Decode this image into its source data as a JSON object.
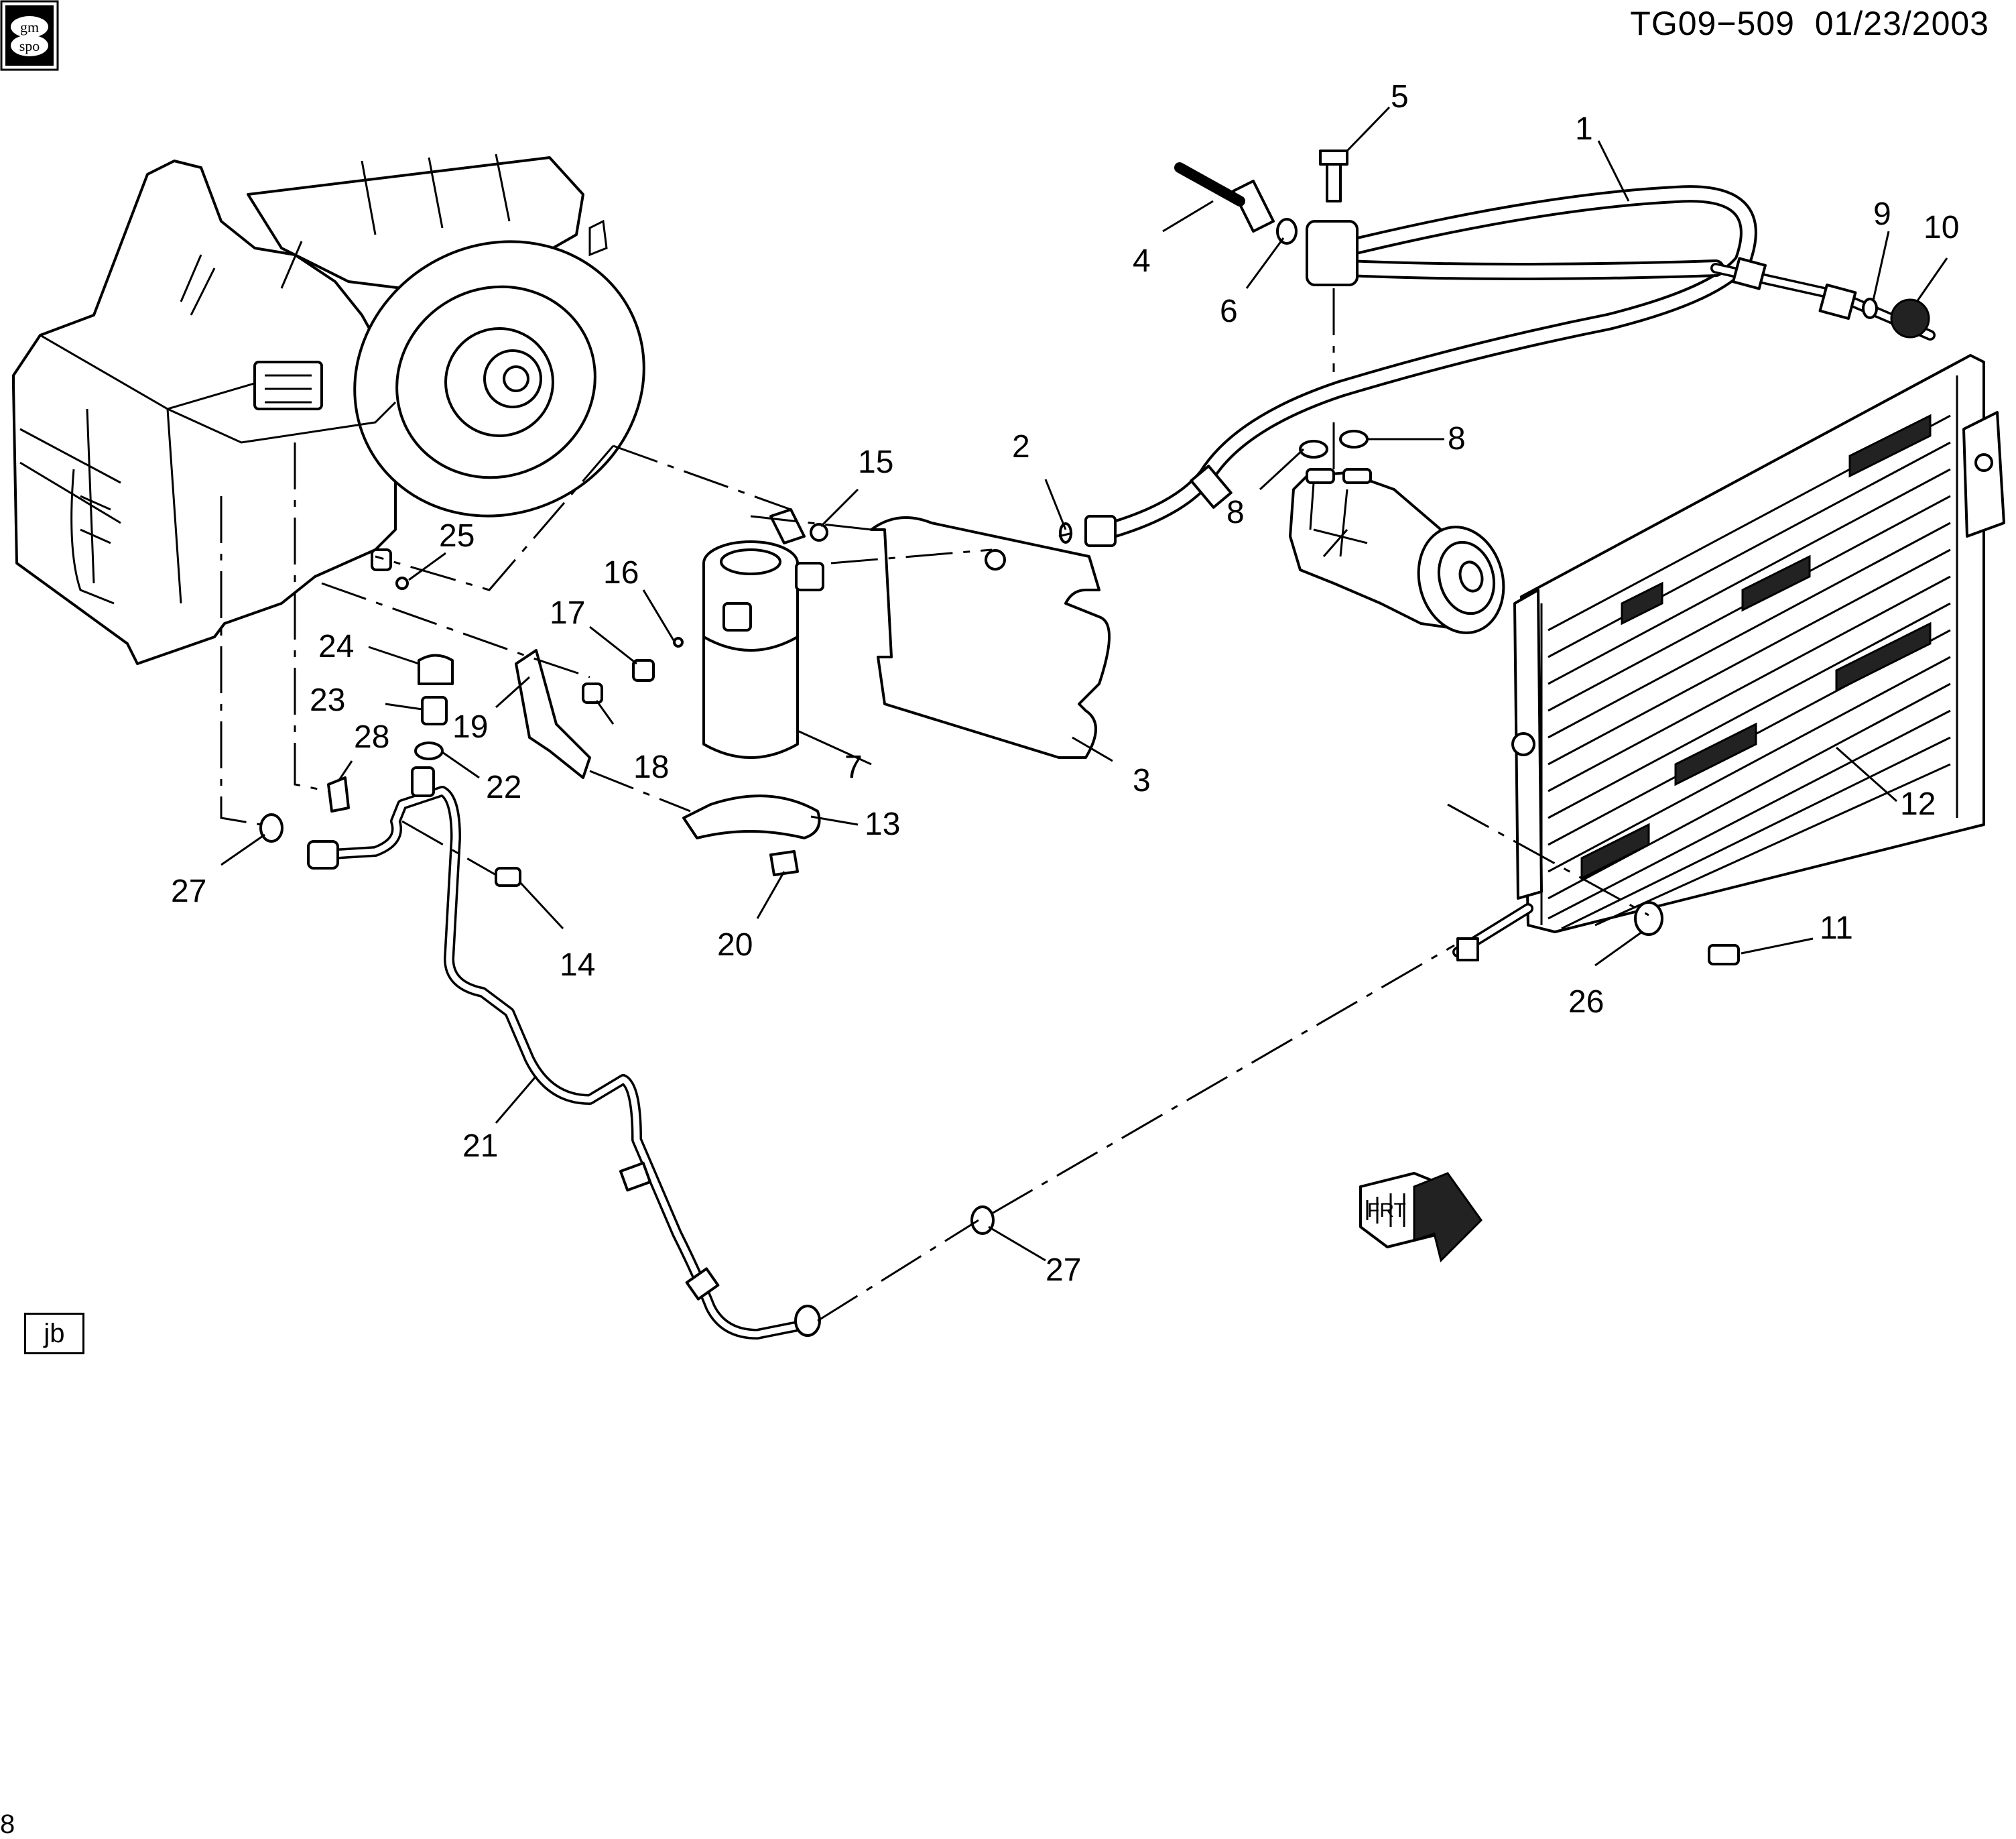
{
  "document": {
    "code": "TG09−509",
    "date": "01/23/2003"
  },
  "badge_text": "jb",
  "corner_mark": "8",
  "logo": {
    "icon": "gmspo-logo",
    "text_top": "gm",
    "text_bottom": "spo"
  },
  "front_arrow": {
    "icon": "front-direction-arrow",
    "text": "FRT"
  },
  "callouts": [
    {
      "id": "callout-1",
      "label": "1"
    },
    {
      "id": "callout-2",
      "label": "2"
    },
    {
      "id": "callout-3",
      "label": "3"
    },
    {
      "id": "callout-4",
      "label": "4"
    },
    {
      "id": "callout-5",
      "label": "5"
    },
    {
      "id": "callout-6",
      "label": "6"
    },
    {
      "id": "callout-7",
      "label": "7"
    },
    {
      "id": "callout-8a",
      "label": "8"
    },
    {
      "id": "callout-8b",
      "label": "8"
    },
    {
      "id": "callout-9",
      "label": "9"
    },
    {
      "id": "callout-10",
      "label": "10"
    },
    {
      "id": "callout-11",
      "label": "11"
    },
    {
      "id": "callout-12",
      "label": "12"
    },
    {
      "id": "callout-13",
      "label": "13"
    },
    {
      "id": "callout-14",
      "label": "14"
    },
    {
      "id": "callout-15",
      "label": "15"
    },
    {
      "id": "callout-16",
      "label": "16"
    },
    {
      "id": "callout-17",
      "label": "17"
    },
    {
      "id": "callout-18",
      "label": "18"
    },
    {
      "id": "callout-19",
      "label": "19"
    },
    {
      "id": "callout-20",
      "label": "20"
    },
    {
      "id": "callout-21",
      "label": "21"
    },
    {
      "id": "callout-22",
      "label": "22"
    },
    {
      "id": "callout-23",
      "label": "23"
    },
    {
      "id": "callout-24",
      "label": "24"
    },
    {
      "id": "callout-25",
      "label": "25"
    },
    {
      "id": "callout-26",
      "label": "26"
    },
    {
      "id": "callout-27a",
      "label": "27"
    },
    {
      "id": "callout-27b",
      "label": "27"
    },
    {
      "id": "callout-28",
      "label": "28"
    }
  ]
}
